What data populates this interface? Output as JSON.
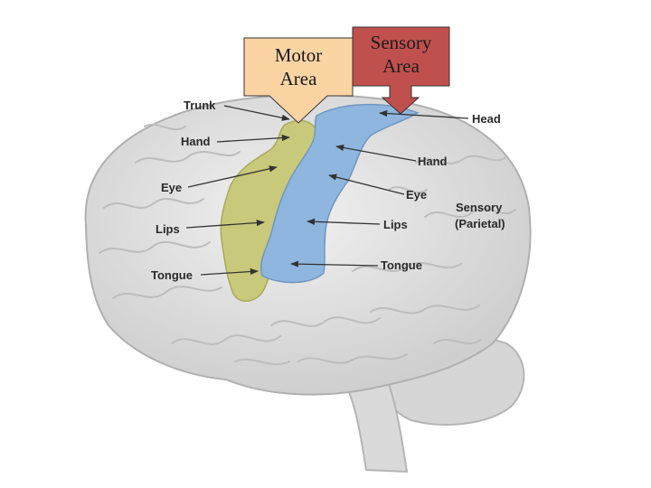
{
  "callouts": {
    "motor": {
      "line1": "Motor",
      "line2": "Area",
      "fill": "#fcd4a4"
    },
    "sensory": {
      "line1": "Sensory",
      "line2": "Area",
      "fill": "#c0504d"
    }
  },
  "regions": {
    "motor_color": "#c8c97a",
    "sensory_color": "#8fb6de",
    "brain_color": "#e4e4e4"
  },
  "motor_labels": {
    "trunk": "Trunk",
    "hand": "Hand",
    "eye": "Eye",
    "lips": "Lips",
    "tongue": "Tongue"
  },
  "sensory_labels": {
    "head": "Head",
    "hand": "Hand",
    "eye": "Eye",
    "lips": "Lips",
    "tongue": "Tongue"
  },
  "lobe_label": {
    "line1": "Sensory",
    "line2": "(Parietal)"
  }
}
